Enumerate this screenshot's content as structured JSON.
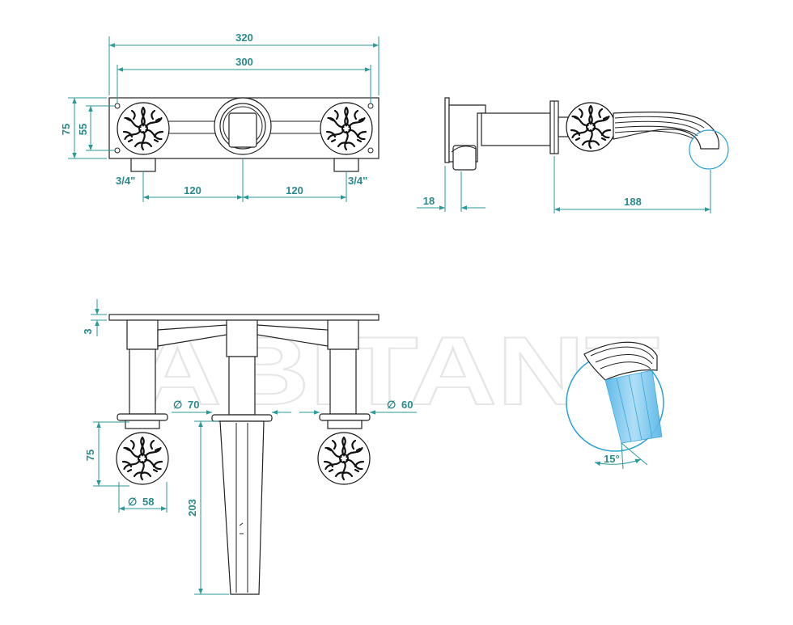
{
  "watermark": "ABITANT",
  "front_view": {
    "overall_width": "320",
    "hole_spacing": "300",
    "height_overall": "75",
    "height_inner": "55",
    "thread_left": "3/4\"",
    "thread_right": "3/4\"",
    "offset_left": "120",
    "offset_right": "120"
  },
  "side_view": {
    "plate_depth": "18",
    "spout_reach": "188"
  },
  "rough_in_view": {
    "plate_thickness": "3",
    "diameter_symbol": "∅",
    "spout_diameter": "70",
    "handle_diameter": "60",
    "knob_height": "75",
    "knob_diameter": "58",
    "spout_length": "203"
  },
  "detail_view": {
    "spray_angle": "15°"
  },
  "colors": {
    "dimension": "#2a8a8a",
    "outline": "#222222",
    "spray": "#6fc3e8",
    "detail_circle": "#2aa0d8"
  }
}
